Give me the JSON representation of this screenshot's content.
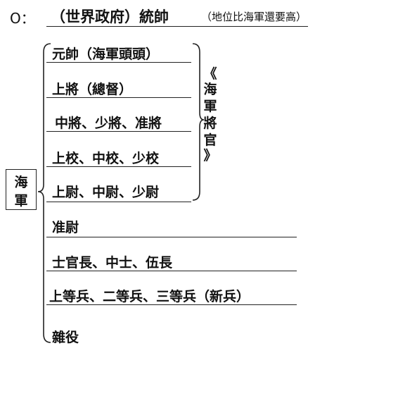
{
  "header": {
    "marker": "O：",
    "title": "（世界政府）統帥",
    "note": "（地位比海軍還要高）"
  },
  "branch": {
    "label_chars": [
      "海",
      "軍"
    ]
  },
  "admirals_group": {
    "label_chars": [
      "《",
      "海",
      "軍",
      "將",
      "官",
      "》"
    ]
  },
  "ranks": [
    "元帥（海軍頭頭）",
    "上將（總督）",
    "中將、少將、准將",
    "上校、中校、少校",
    "上尉、中尉、少尉",
    "准尉",
    "士官長、中士、伍長",
    "上等兵、二等兵、三等兵（新兵）",
    "雜役"
  ]
}
